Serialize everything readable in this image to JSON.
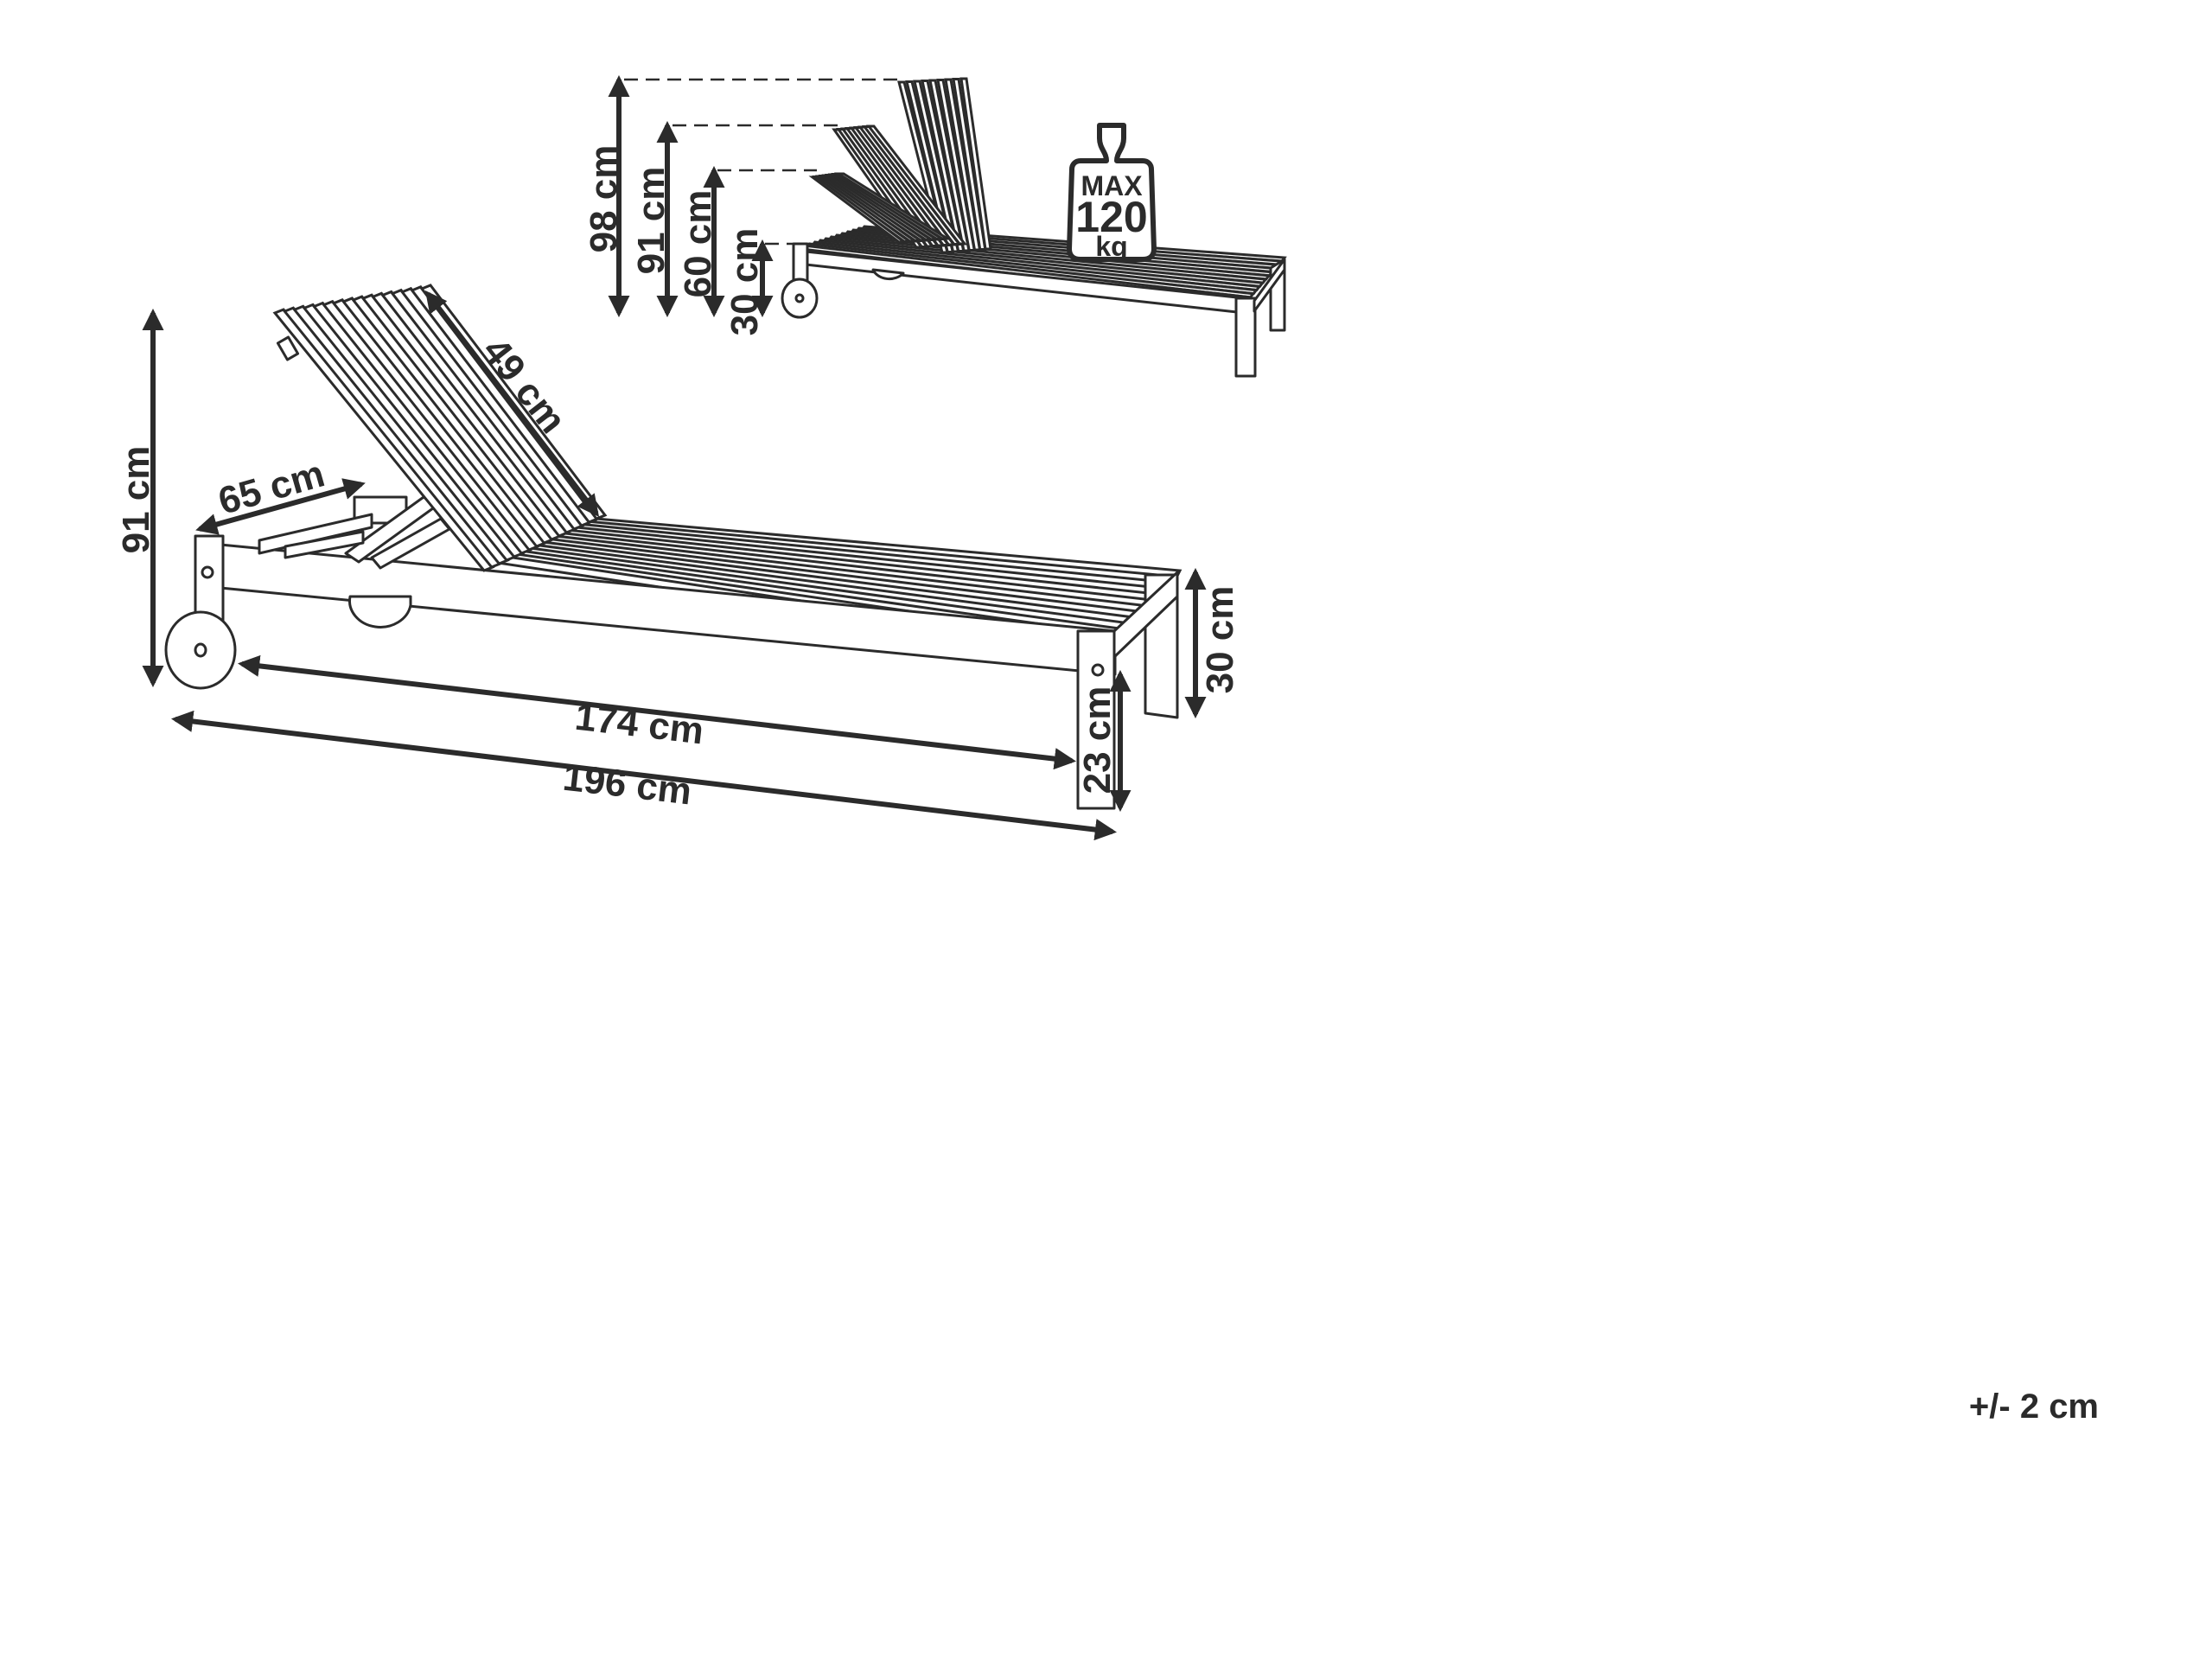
{
  "main_view": {
    "dimensions": {
      "backrest_length": "49 cm",
      "seat_depth": "65 cm",
      "total_height": "91 cm",
      "frame_inner_length": "174 cm",
      "total_length": "196 cm",
      "lounger_height": "30 cm",
      "leg_height": "23 cm"
    }
  },
  "positions_view": {
    "heights": [
      "98 cm",
      "91 cm",
      "60 cm",
      "30 cm"
    ],
    "max_load": {
      "line1": "MAX",
      "line2": "120",
      "line3": "kg"
    }
  },
  "tolerance": "+/- 2 cm"
}
